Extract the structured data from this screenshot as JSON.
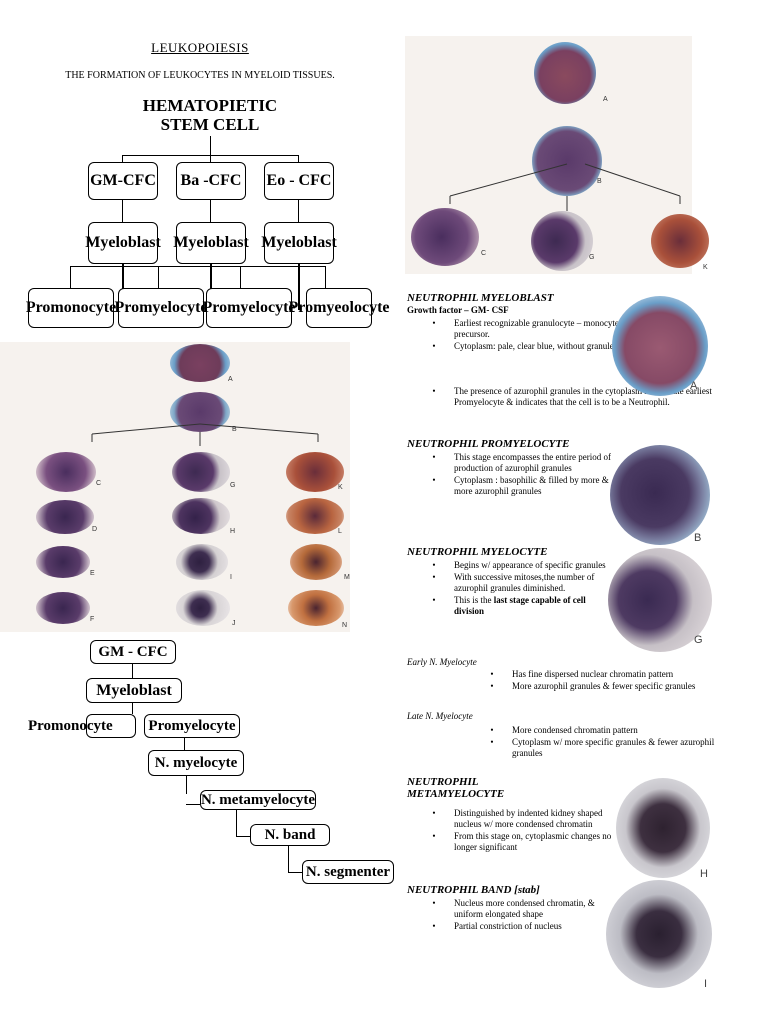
{
  "header": {
    "title": "LEUKOPOIESIS",
    "subtitle": "THE FORMATION OF LEUKOCYTES IN MYELOID TISSUES."
  },
  "tree1": {
    "root_line1": "HEMATOPIETIC",
    "root_line2": "STEM CELL",
    "level1": [
      "GM-CFC",
      "Ba -CFC",
      "Eo - CFC"
    ],
    "level2": [
      "Myeloblast",
      "Myeloblast",
      "Myeloblast"
    ],
    "level3": [
      "Promonocyte",
      "Promyelocyte",
      "Promyelocyte",
      "Promyeolocyte"
    ]
  },
  "tree2": {
    "nodes": [
      "GM - CFC",
      "Myeloblast",
      "Promonocyte",
      "Promyelocyte",
      "N. myelocyte",
      "N. metamyelocyte",
      "N. band",
      "N. segmenter"
    ]
  },
  "photo_top_labels": [
    "A",
    "B",
    "C",
    "G",
    "K"
  ],
  "photo_mid_labels": [
    "A",
    "B",
    "C",
    "G",
    "K",
    "D",
    "H",
    "L",
    "E",
    "I",
    "M",
    "F",
    "J",
    "N"
  ],
  "sections": {
    "myeloblast": {
      "heading": "NEUTROPHIL MYELOBLAST",
      "growth_factor": "Growth factor – GM- CSF",
      "bullets": [
        "Earliest recognizable granulocyte – monocyte precursor.",
        "Cytoplasm: pale, clear blue, without granules.",
        "The presence of azurophil granules in the cytoplasm heralds the earliest Promyelocyte & indicates that the cell is to be a Neutrophil."
      ],
      "image_label": "A"
    },
    "promyelocyte": {
      "heading": "NEUTROPHIL PROMYELOCYTE",
      "bullets": [
        "This stage encompasses the entire period of production of azurophil granules",
        "Cytoplasm : basophilic & filled by more & more azurophil granules"
      ],
      "image_label": "B"
    },
    "myelocyte": {
      "heading": "NEUTROPHIL MYELOCYTE",
      "bullets": [
        "Begins w/ appearance of specific granules",
        "With successive mitoses,the number of azurophil granules diminished."
      ],
      "last_bullet_prefix": "This is the ",
      "last_bullet_bold": "last stage capable of cell division",
      "image_label": "G",
      "early_label": "Early N. Myelocyte",
      "early_bullets": [
        "Has fine dispersed nuclear chromatin pattern",
        "More azurophil granules & fewer specific granules"
      ],
      "late_label": "Late N. Myelocyte",
      "late_bullets": [
        "More condensed chromatin pattern",
        "Cytoplasm w/ more specific granules & fewer azurophil granules"
      ]
    },
    "metamyelocyte": {
      "heading_line1": "NEUTROPHIL",
      "heading_line2": "METAMYELOCYTE",
      "bullets": [
        "Distinguished by indented kidney shaped nucleus w/ more condensed chromatin",
        "From this stage on, cytoplasmic changes no longer significant"
      ],
      "image_label": "H"
    },
    "band": {
      "heading": "NEUTROPHIL BAND [stab]",
      "bullets": [
        "Nucleus more condensed chromatin, & uniform elongated shape",
        "Partial constriction of nucleus"
      ],
      "image_label": "I"
    }
  },
  "colors": {
    "myeloblast_blue": "#6a9ec8",
    "nucleus_purple": "#5a3a6a",
    "eosin_orange": "#b5613a",
    "pale_bg": "#f6f2ee"
  }
}
